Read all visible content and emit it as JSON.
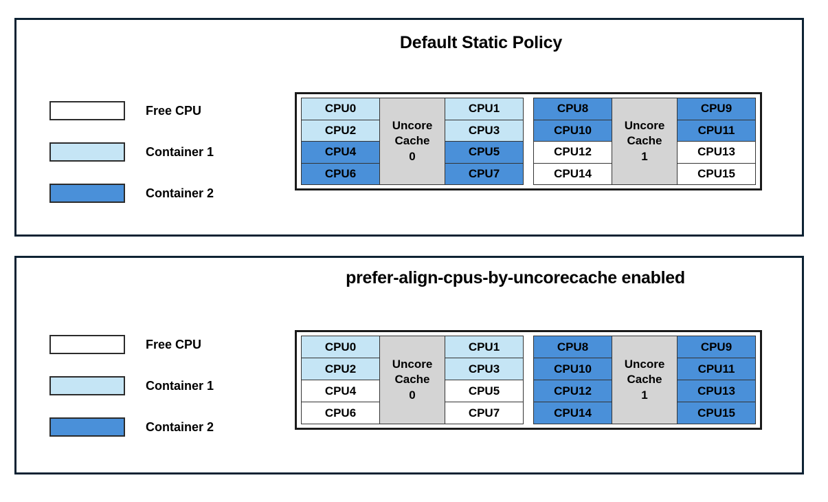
{
  "legend": {
    "items": [
      {
        "label": "Free CPU",
        "fill": "free",
        "color": "#ffffff"
      },
      {
        "label": "Container 1",
        "fill": "container1",
        "color": "#c5e5f5"
      },
      {
        "label": "Container 2",
        "fill": "container2",
        "color": "#4a90d9"
      }
    ]
  },
  "panels": [
    {
      "title": "Default Static Policy",
      "groups": [
        {
          "cache_label_line1": "Uncore",
          "cache_label_line2": "Cache",
          "cache_index": "0",
          "left_column": [
            {
              "label": "CPU0",
              "fill": "container1"
            },
            {
              "label": "CPU2",
              "fill": "container1"
            },
            {
              "label": "CPU4",
              "fill": "container2"
            },
            {
              "label": "CPU6",
              "fill": "container2"
            }
          ],
          "right_column": [
            {
              "label": "CPU1",
              "fill": "container1"
            },
            {
              "label": "CPU3",
              "fill": "container1"
            },
            {
              "label": "CPU5",
              "fill": "container2"
            },
            {
              "label": "CPU7",
              "fill": "container2"
            }
          ]
        },
        {
          "cache_label_line1": "Uncore",
          "cache_label_line2": "Cache",
          "cache_index": "1",
          "left_column": [
            {
              "label": "CPU8",
              "fill": "container2"
            },
            {
              "label": "CPU10",
              "fill": "container2"
            },
            {
              "label": "CPU12",
              "fill": "free"
            },
            {
              "label": "CPU14",
              "fill": "free"
            }
          ],
          "right_column": [
            {
              "label": "CPU9",
              "fill": "container2"
            },
            {
              "label": "CPU11",
              "fill": "container2"
            },
            {
              "label": "CPU13",
              "fill": "free"
            },
            {
              "label": "CPU15",
              "fill": "free"
            }
          ]
        }
      ]
    },
    {
      "title": "prefer-align-cpus-by-uncorecache enabled",
      "groups": [
        {
          "cache_label_line1": "Uncore",
          "cache_label_line2": "Cache",
          "cache_index": "0",
          "left_column": [
            {
              "label": "CPU0",
              "fill": "container1"
            },
            {
              "label": "CPU2",
              "fill": "container1"
            },
            {
              "label": "CPU4",
              "fill": "free"
            },
            {
              "label": "CPU6",
              "fill": "free"
            }
          ],
          "right_column": [
            {
              "label": "CPU1",
              "fill": "container1"
            },
            {
              "label": "CPU3",
              "fill": "container1"
            },
            {
              "label": "CPU5",
              "fill": "free"
            },
            {
              "label": "CPU7",
              "fill": "free"
            }
          ]
        },
        {
          "cache_label_line1": "Uncore",
          "cache_label_line2": "Cache",
          "cache_index": "1",
          "left_column": [
            {
              "label": "CPU8",
              "fill": "container2"
            },
            {
              "label": "CPU10",
              "fill": "container2"
            },
            {
              "label": "CPU12",
              "fill": "container2"
            },
            {
              "label": "CPU14",
              "fill": "container2"
            }
          ],
          "right_column": [
            {
              "label": "CPU9",
              "fill": "container2"
            },
            {
              "label": "CPU11",
              "fill": "container2"
            },
            {
              "label": "CPU13",
              "fill": "container2"
            },
            {
              "label": "CPU15",
              "fill": "container2"
            }
          ]
        }
      ]
    }
  ],
  "colors": {
    "panel_border": "#0d2233",
    "diagram_border": "#1a1a1a",
    "cell_border": "#333333",
    "cache_fill": "#d4d4d4",
    "free_fill": "#ffffff",
    "container1_fill": "#c5e5f5",
    "container2_fill": "#4a90d9"
  }
}
